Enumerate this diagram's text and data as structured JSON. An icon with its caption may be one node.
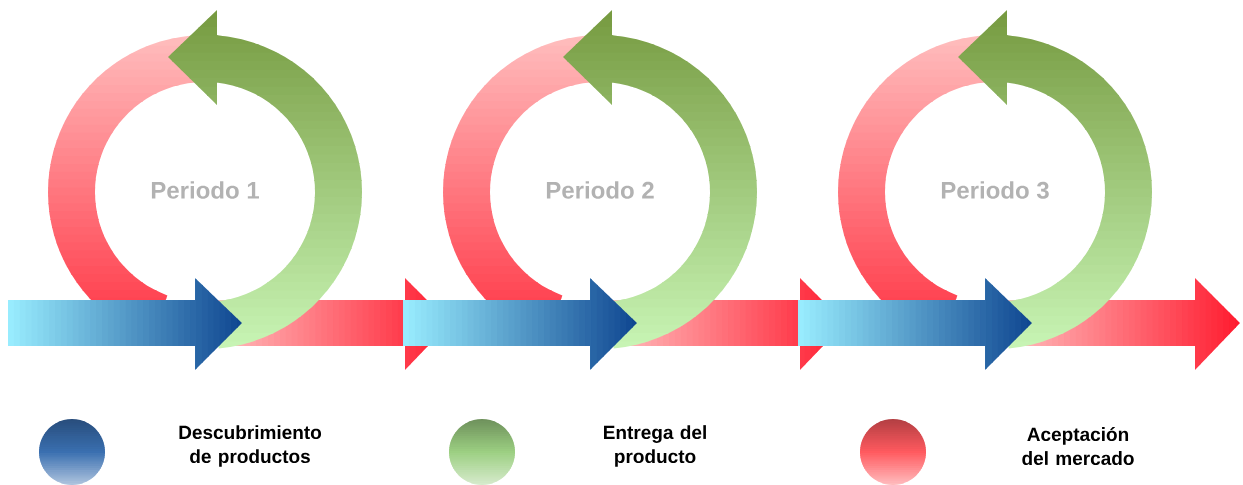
{
  "diagram": {
    "labels": [
      "Periodo 1",
      "Periodo 2",
      "Periodo 3"
    ],
    "legend": [
      {
        "text": "Descubrimiento de productos",
        "color": "#3a6fb0"
      },
      {
        "text": "Entrega del producto",
        "color": "#9ccf82"
      },
      {
        "text": "Aceptación del mercado",
        "color": "#ff5a5f"
      }
    ]
  }
}
